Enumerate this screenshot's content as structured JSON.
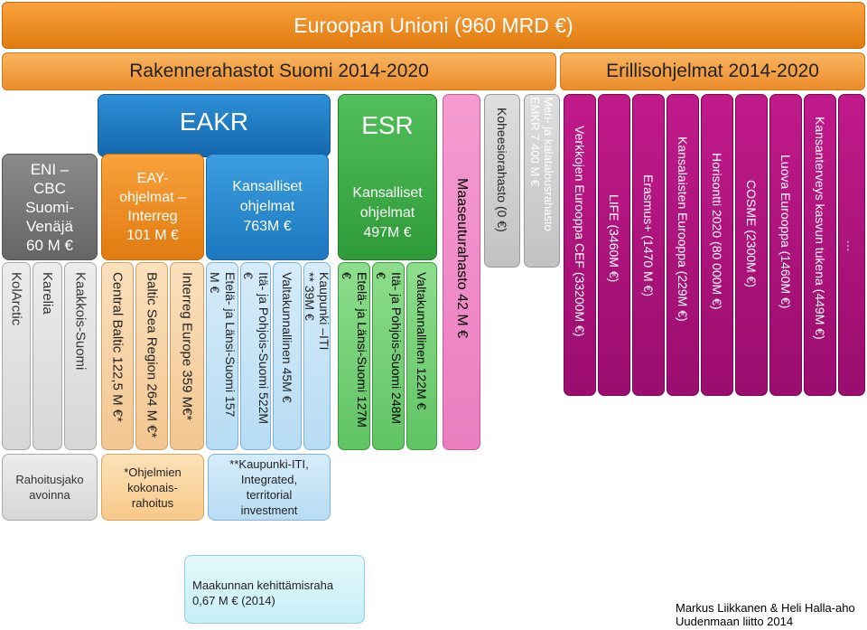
{
  "header": {
    "title": "Euroopan Unioni (960 MRD €)"
  },
  "rakenne": {
    "title": "Rakennerahastot  Suomi 2014-2020"
  },
  "erillis": {
    "title": "Erillisohjelmat 2014-2020"
  },
  "eakr": {
    "title": "EAKR"
  },
  "esr": {
    "title": "ESR"
  },
  "eni": {
    "lines": [
      "ENI –",
      "CBC",
      "Suomi-",
      "Venäjä",
      "60 M €"
    ]
  },
  "eay": {
    "lines": [
      "EAY-",
      "ohjelmat –",
      "Interreg",
      "101 M €"
    ]
  },
  "kansalliset_eakr": {
    "lines": [
      "Kansalliset",
      "ohjelmat",
      "763M €"
    ]
  },
  "kansalliset_esr": {
    "lines": [
      "Kansalliset",
      "ohjelmat",
      "497M €"
    ]
  },
  "eni_cols": [
    "KolArctic",
    "Karelia",
    "Kaakkois-Suomi"
  ],
  "eay_cols": [
    "Central Baltic 122,5 M €*",
    "Baltic Sea Region 264 M €*",
    "Interreg Europe  359 M€*"
  ],
  "eakr_cols": [
    [
      "Etelä- ja Länsi-Suomi 157",
      "M €"
    ],
    [
      "Itä- ja Pohjois-Suomi 522M",
      "€"
    ],
    [
      "Valtakunnallinen 45M €"
    ],
    [
      "Kaupunki –ITI",
      "** 39M €"
    ]
  ],
  "esr_cols": [
    [
      "Etelä- ja Länsi-Suomi 127M",
      "€"
    ],
    [
      "Itä- ja Pohjois-Suomi 248M",
      "€"
    ],
    [
      "Valtakunnallinen 122M €"
    ]
  ],
  "maaseutu": {
    "label": "Maaseuturahasto 42 M €"
  },
  "koheesio": {
    "label": "Koheesiorahasto (0 €)"
  },
  "meri": {
    "lines": [
      "Meri- ja kalatalousrahasto",
      "EMKR  7 400 M €"
    ]
  },
  "erillis_cols": [
    "Verkkojen Eurooppa CEF (33200M €)",
    "LIFE (3460M €)",
    "Erasmus+ (1470 M €)",
    "Kansalaisten Eurooppa (229M €)",
    "Horisontti 2020 (80 000M €)",
    "COSME  (2300M €)",
    "Luova Eurooppa (1460M €)",
    "Kansanterveys kasvun tukena (449M €)",
    "…"
  ],
  "notes": {
    "rahoitus": [
      "Rahoitusjako",
      "avoinna"
    ],
    "ohjelmien": [
      "*Ohjelmien",
      "kokonais-",
      "rahoitus"
    ],
    "kaupunki": [
      "**Kaupunki-ITI,",
      "Integrated,",
      "territorial",
      "investment"
    ],
    "maakunta": [
      "Maakunnan kehittämisraha",
      "0,67 M € (2014)"
    ]
  },
  "credit": [
    "Markus Liikkanen & Heli Halla-aho",
    "Uudenmaan liitto 2014"
  ]
}
